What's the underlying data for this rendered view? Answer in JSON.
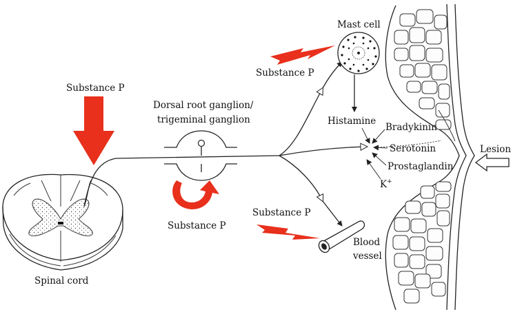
{
  "labels": {
    "substance_p_top": "Substance P",
    "substance_p_ganglion": "Substance P",
    "substance_p_mast": "Substance P",
    "substance_p_vessel": "Substance P",
    "ganglion_line1": "Dorsal root ganglion/",
    "ganglion_line2": "trigeminal ganglion",
    "mast_cell": "Mast cell",
    "histamine": "Histamine",
    "bradykinin": "Bradykinin",
    "serotonin": "Serotonin",
    "prostaglandin": "Prostaglandin",
    "potassium": "K",
    "potassium_sup": "+",
    "lesion": "Lesion",
    "blood_line1": "Blood",
    "blood_line2": "vessel",
    "spinal_cord": "Spinal cord"
  },
  "colors": {
    "substance_p_red": "#e8301c",
    "line": "#222222"
  }
}
